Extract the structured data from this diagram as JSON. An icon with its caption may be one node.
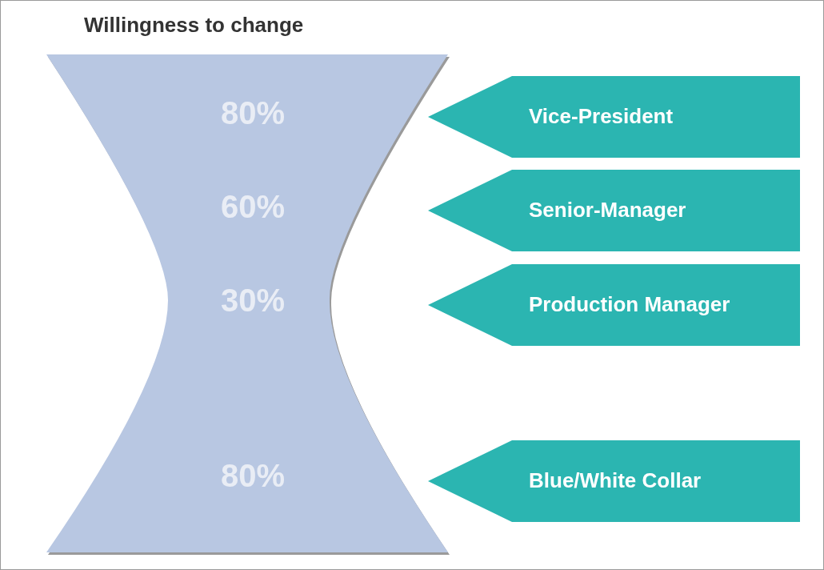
{
  "diagram": {
    "title": "Willingness to change",
    "nodes": [
      {
        "text": [
          "80%",
          "60%",
          "30%",
          "80%"
        ]
      },
      {
        "text": [
          "Vice-President"
        ]
      },
      {
        "text": [
          "Senior-Manager"
        ]
      },
      {
        "text": [
          "Production Manager"
        ]
      },
      {
        "text": [
          "Blue/White Collar"
        ]
      }
    ]
  }
}
